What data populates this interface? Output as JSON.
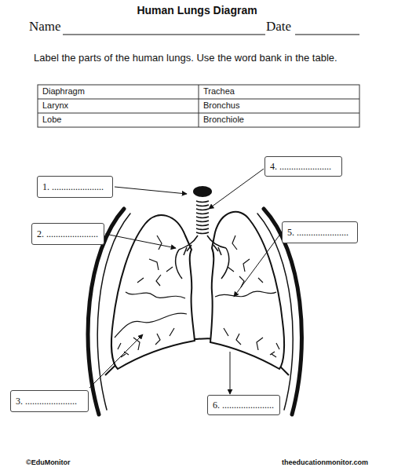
{
  "diagram": {
    "title": "Human Lungs Diagram",
    "nodes": [
      {
        "text": [
          "1. ......................"
        ]
      },
      {
        "text": [
          "2. ......................"
        ]
      },
      {
        "text": [
          "3. ......................"
        ]
      },
      {
        "text": [
          "4. ......................"
        ]
      },
      {
        "text": [
          "5. ......................"
        ]
      },
      {
        "text": [
          "6. ......................"
        ]
      }
    ],
    "edges": [],
    "labels": [
      "Name",
      "Date",
      "Label the parts of the human lungs. Use the word bank in the table.",
      "Diaphragm",
      "Trachea",
      "Larynx",
      "Bronchus",
      "Lobe",
      "Bronchiole",
      "©EduMonitor",
      "theeducationmonitor.com"
    ]
  }
}
